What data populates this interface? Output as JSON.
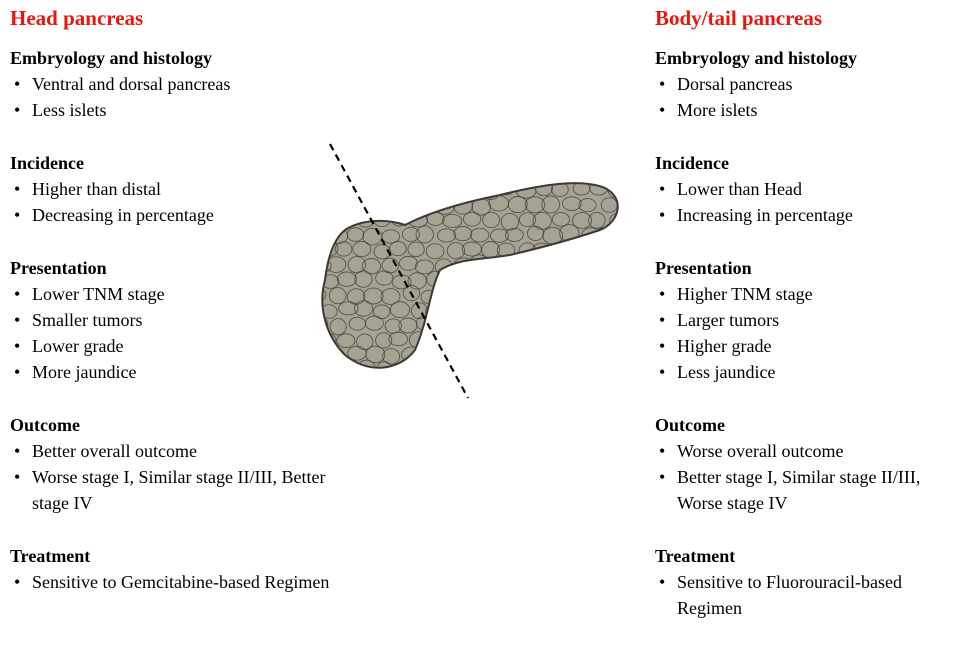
{
  "colors": {
    "title": "#e8170e",
    "pancreas_fill": "#a7a394",
    "pancreas_stroke": "#3d3a35"
  },
  "left": {
    "title": "Head pancreas",
    "sections": [
      {
        "heading": "Embryology and histology",
        "items": [
          "Ventral and dorsal pancreas",
          "Less islets"
        ]
      },
      {
        "heading": "Incidence",
        "items": [
          "Higher than distal",
          "Decreasing in percentage"
        ]
      },
      {
        "heading": "Presentation",
        "items": [
          "Lower TNM stage",
          "Smaller tumors",
          "Lower grade",
          "More jaundice"
        ]
      },
      {
        "heading": "Outcome",
        "items": [
          "Better overall outcome",
          "Worse stage I, Similar stage II/III, Better stage IV"
        ]
      },
      {
        "heading": "Treatment",
        "items": [
          "Sensitive to Gemcitabine-based Regimen"
        ]
      }
    ]
  },
  "right": {
    "title": "Body/tail pancreas",
    "sections": [
      {
        "heading": "Embryology and histology",
        "items": [
          "Dorsal pancreas",
          "More islets"
        ]
      },
      {
        "heading": "Incidence",
        "items": [
          "Lower than Head",
          "Increasing in percentage"
        ]
      },
      {
        "heading": "Presentation",
        "items": [
          "Higher TNM stage",
          "Larger tumors",
          "Higher grade",
          "Less jaundice"
        ]
      },
      {
        "heading": "Outcome",
        "items": [
          "Worse overall outcome",
          "Better stage I, Similar stage II/III, Worse stage IV"
        ]
      },
      {
        "heading": "Treatment",
        "items": [
          "Sensitive to Fluorouracil-based Regimen"
        ]
      }
    ]
  }
}
